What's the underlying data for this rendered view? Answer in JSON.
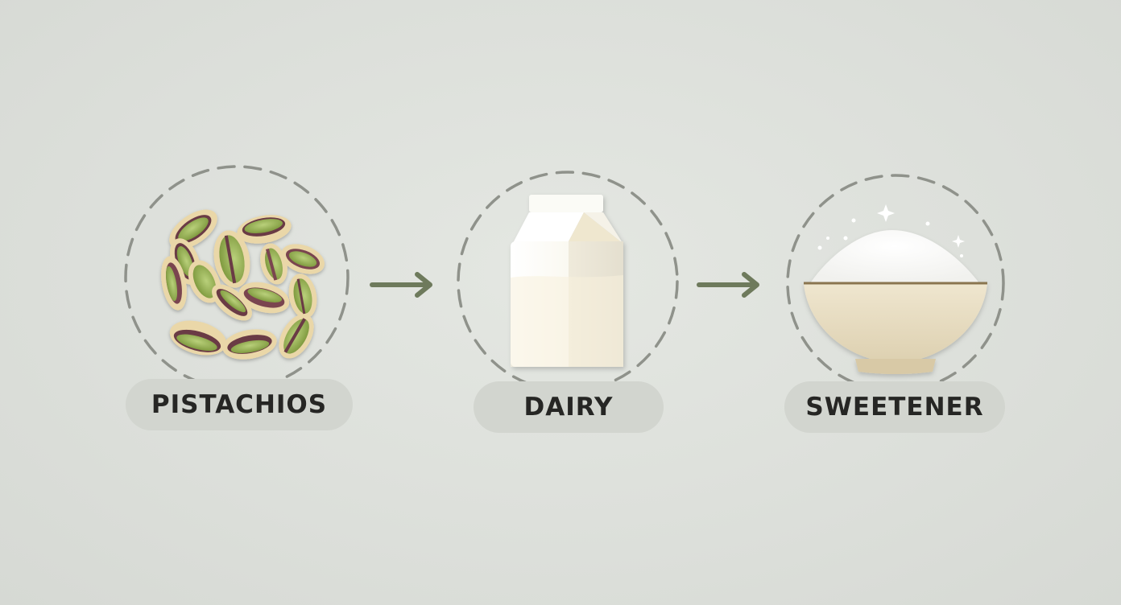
{
  "steps": [
    {
      "label": "PISTACHIOS",
      "icon": "pistachio-pile-icon"
    },
    {
      "label": "DAIRY",
      "icon": "milk-carton-icon"
    },
    {
      "label": "SWEETENER",
      "icon": "sugar-bowl-icon"
    }
  ],
  "arrow_icon": "right-arrow-icon",
  "colors": {
    "background": "#dfe2dd",
    "pill": "#d2d5cf",
    "arrow": "#6e7a5c",
    "ring": "#8f928b",
    "text": "#262624"
  }
}
